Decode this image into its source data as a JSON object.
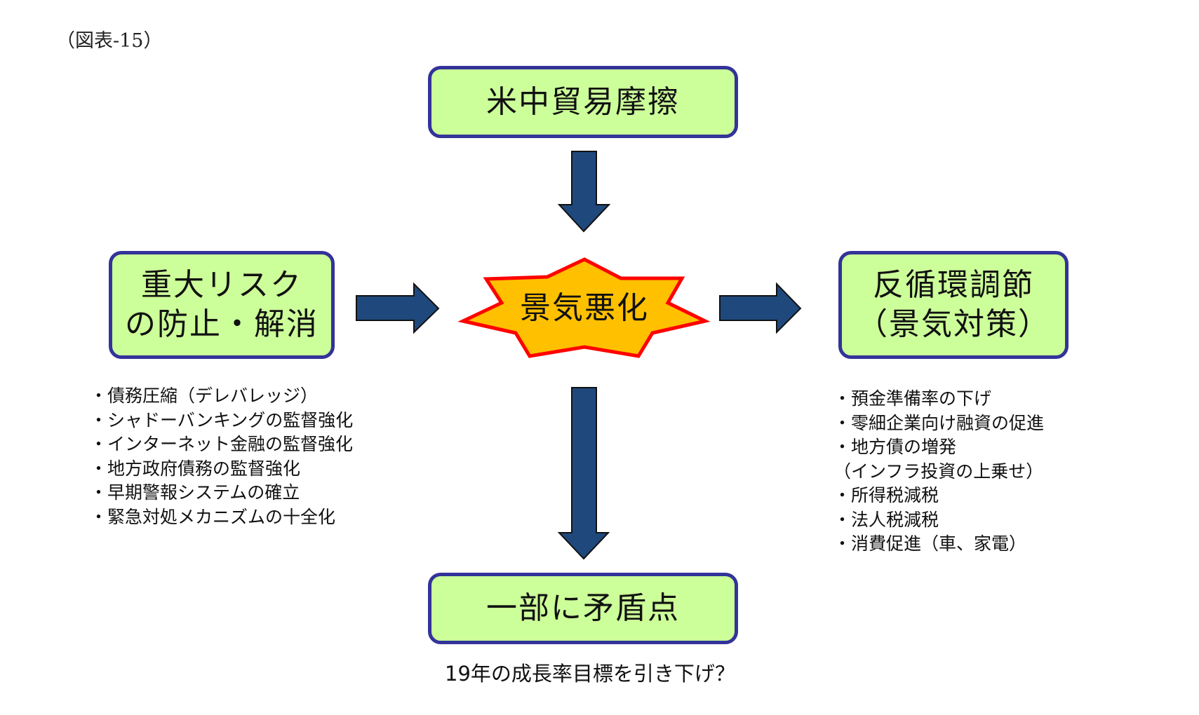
{
  "figure_label": "（図表-15）",
  "colors": {
    "box_fill": "#ccff99",
    "box_border": "#333399",
    "arrow_fill": "#1f497d",
    "arrow_stroke": "#111111",
    "star_fill": "#ffc000",
    "star_stroke": "#ff0000"
  },
  "nodes": {
    "top": {
      "lines": [
        "米中貿易摩擦"
      ]
    },
    "center": {
      "label": "景気悪化"
    },
    "left": {
      "lines": [
        "重大リスク",
        "の防止・解消"
      ]
    },
    "right": {
      "lines": [
        "反循環調節",
        "（景気対策）"
      ]
    },
    "bottom": {
      "lines": [
        "一部に矛盾点"
      ]
    }
  },
  "left_list": [
    "・債務圧縮（デレバレッジ）",
    "・シャドーバンキングの監督強化",
    "・インターネット金融の監督強化",
    "・地方政府債務の監督強化",
    "・早期警報システムの確立",
    "・緊急対処メカニズムの十全化"
  ],
  "right_list": [
    "・預金準備率の下げ",
    "・零細企業向け融資の促進",
    "・地方債の増発",
    "（インフラ投資の上乗せ）",
    "・所得税減税",
    "・法人税減税",
    "・消費促進（車、家電）"
  ],
  "bottom_note": "19年の成長率目標を引き下げ？",
  "edges": [
    {
      "from": "top",
      "to": "center",
      "icon": "arrow-down-icon"
    },
    {
      "from": "left",
      "to": "center",
      "icon": "arrow-right-icon"
    },
    {
      "from": "center",
      "to": "right",
      "icon": "arrow-right-icon"
    },
    {
      "from": "center",
      "to": "bottom",
      "icon": "arrow-down-icon"
    }
  ]
}
